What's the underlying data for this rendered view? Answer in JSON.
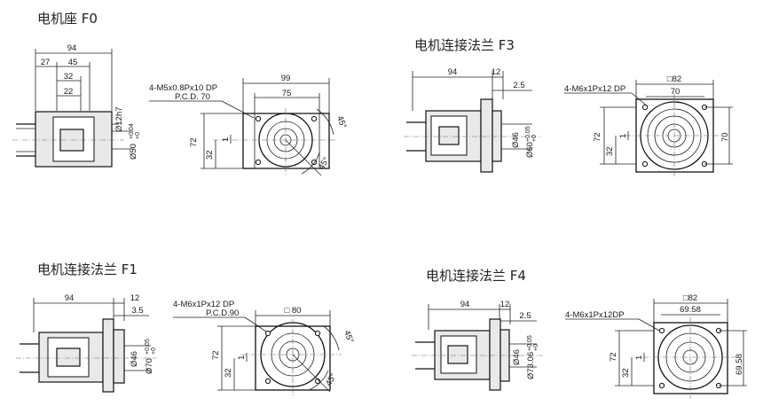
{
  "sections": [
    {
      "title": "电机座 F0"
    },
    {
      "title": "电机连接法兰 F3"
    },
    {
      "title": "电机连接法兰 F1"
    },
    {
      "title": "电机连接法兰 F4"
    }
  ],
  "f0": {
    "side_dims": {
      "total": "94",
      "a": "27",
      "b": "45",
      "c": "32",
      "d": "22",
      "bore": "Ø12h7",
      "pilot": "Ø50",
      "tol_up": "+0.04",
      "tol_dn": "+0"
    },
    "front_dims": {
      "holes": "4-M5x0.8Px10 DP",
      "pcd": "P.C.D. 70",
      "width": "99",
      "inner": "75",
      "height": "72",
      "center": "32",
      "offset": "1",
      "angle1": "45°",
      "angle2": "45°"
    }
  },
  "f3": {
    "side_dims": {
      "total": "94",
      "flange": "12",
      "gap": "2.5",
      "shaft": "Ø46",
      "pilot": "Ø60",
      "tol_up": "+0.05",
      "tol_dn": "+0"
    },
    "front_dims": {
      "holes": "4-M6x1Px12 DP",
      "square": "□82",
      "pitch": "70",
      "height": "72",
      "center": "32",
      "offset": "1",
      "side": "70"
    }
  },
  "f1": {
    "side_dims": {
      "total": "94",
      "flange": "12",
      "gap": "3.5",
      "shaft": "Ø46",
      "pilot": "Ø70",
      "tol_up": "+0.05",
      "tol_dn": "+0"
    },
    "front_dims": {
      "holes": "4-M6x1Px12 DP",
      "pcd": "P.C.D.90",
      "square": "□ 80",
      "height": "72",
      "center": "32",
      "offset": "1",
      "angle1": "45°",
      "angle2": "45°"
    }
  },
  "f4": {
    "side_dims": {
      "total": "94",
      "flange": "12",
      "gap": "2.5",
      "shaft": "Ø46",
      "pilot": "Ø73.06",
      "tol_up": "+0.05",
      "tol_dn": "+0"
    },
    "front_dims": {
      "holes": "4-M6x1Px12DP",
      "square": "□82",
      "pitch": "69.58",
      "height": "72",
      "center": "32",
      "offset": "1",
      "side": "69.58"
    }
  }
}
